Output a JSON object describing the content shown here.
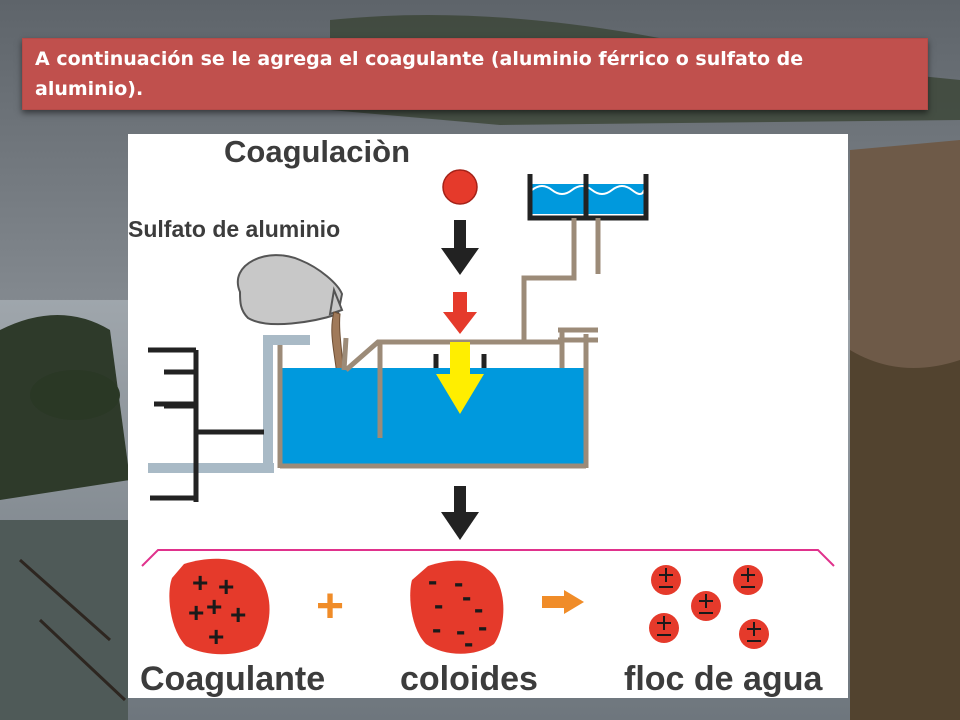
{
  "slide": {
    "caption": "A continuación se le agrega el coagulante (aluminio férrico o sulfato de aluminio)."
  },
  "diagram": {
    "title": "Coagulaciòn",
    "bag_label": "Sulfato de aluminio",
    "labels": {
      "coagulant": "Coagulante",
      "colloids": "coloides",
      "floc": "floc de agua"
    },
    "signs": {
      "plus": "+",
      "minus": "-"
    }
  },
  "colors": {
    "callout": "#c0504d",
    "water": "#0099dd",
    "blob": "#e53a2b",
    "orange": "#f08c28",
    "arrow_yellow": "#ffee00",
    "pipe_brown": "#9c8b78",
    "pipe_blue": "#a9bac6",
    "magenta": "#e0328c"
  }
}
